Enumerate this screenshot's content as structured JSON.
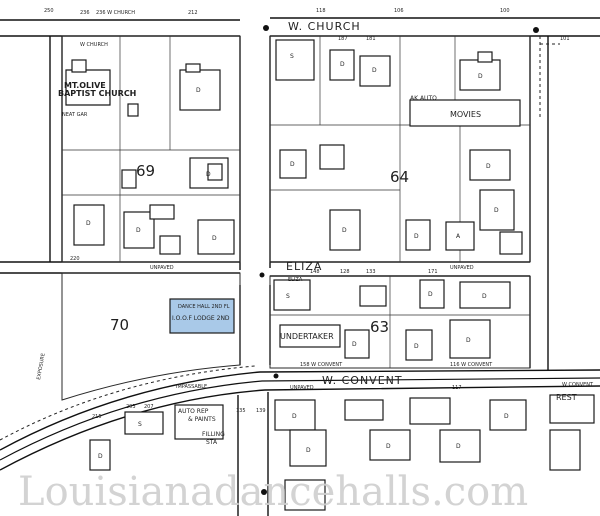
{
  "streets": {
    "w_church": "W. CHURCH",
    "w_convent": "W. CONVENT",
    "eliza": "ELIZA",
    "eliza_small": "ELIZA",
    "convent_small_left": "158 W CONVENT",
    "convent_small_right": "116 W CONVENT",
    "church_small_top": "236 W CHURCH",
    "church_small_left": "W CHURCH",
    "convent_small_far": "W CONVENT"
  },
  "blocks": {
    "b69": "69",
    "b64": "64",
    "b70": "70",
    "b63": "63"
  },
  "labels": {
    "church": "MT. OLIVE BAPTIST CHURCH",
    "church_line1": "MT.OLIVE",
    "church_line2": "BAPTIST CHURCH",
    "movies": "MOVIES",
    "undertaker": "UNDERTAKER",
    "lodge_line1": "DANCE HALL 2ND FL",
    "lodge_line2": "I.O.O.F LODGE 2ND",
    "auto_rep": "AUTO REP",
    "paints": "& PAINTS",
    "filling_sta": "FILLING",
    "filling_sta2": "STA",
    "rest": "REST",
    "unpaved_1": "UNPAVED",
    "unpaved_2": "UNPAVED",
    "unpaved_3": "UNPAVED",
    "impassable": "IMPASSABLE",
    "exposure": "EXPOSURE",
    "fl_note": "NEAT GAR",
    "ak_auto": "AK AUTO"
  },
  "dwelling_marks": [
    "D",
    "S",
    "A"
  ],
  "numbers": {
    "n250": "250",
    "n236": "236",
    "n212": "212",
    "n118": "118",
    "n100": "100",
    "n187": "187",
    "n181": "181",
    "n220": "220",
    "n207": "207",
    "n203": "203",
    "n215": "215",
    "n148": "148",
    "n128": "128",
    "n133": "133",
    "n171": "171",
    "n117": "117",
    "n135": "135",
    "n139": "139",
    "n101": "101",
    "n106": "106"
  },
  "watermark": "Louisianadancehalls.com",
  "colors": {
    "lodge_fill": "#a9c9e8",
    "ink": "#1a1a1a",
    "watermark": "#cfcfcf"
  }
}
